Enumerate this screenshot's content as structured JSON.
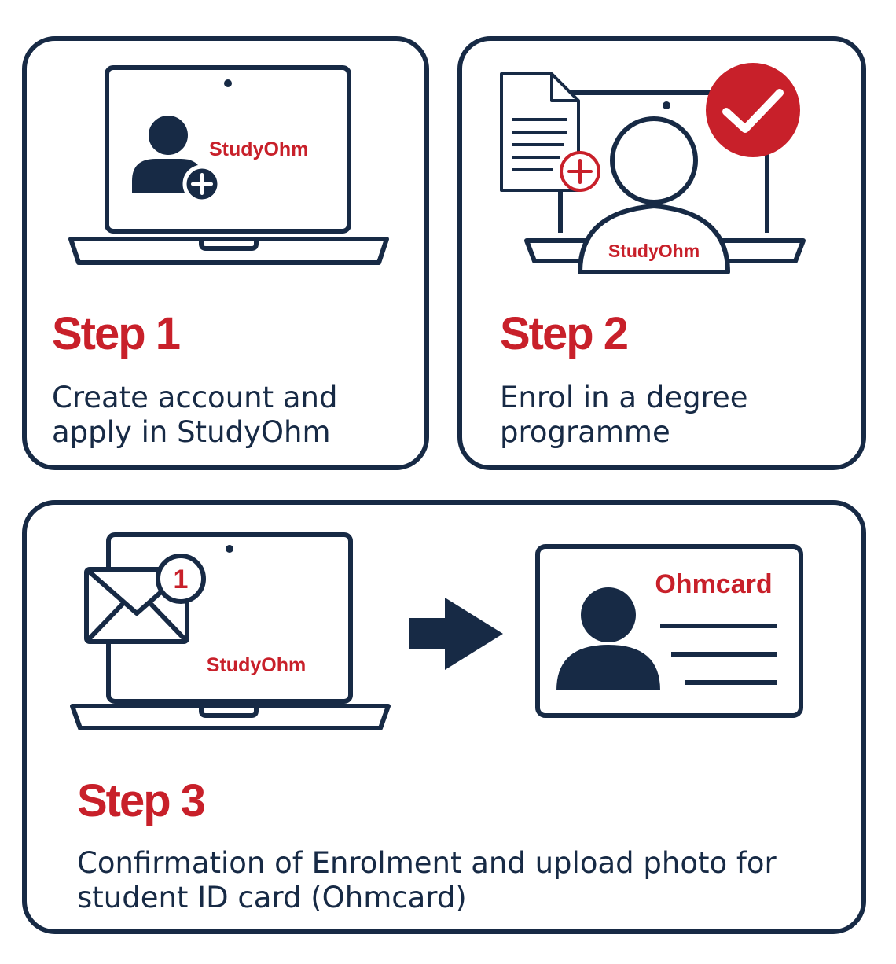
{
  "steps": [
    {
      "title": "Step 1",
      "description_lines": [
        "Create account and",
        "apply in StudyOhm"
      ],
      "screen_label": "StudyOhm"
    },
    {
      "title": "Step 2",
      "description_lines": [
        "Enrol in a degree",
        "programme"
      ],
      "screen_label": "StudyOhm"
    },
    {
      "title": "Step 3",
      "description_lines": [
        "Confirmation of Enrolment and upload photo for",
        "student ID card (Ohmcard)"
      ],
      "screen_label": "StudyOhm",
      "badge_count": "1",
      "card_label": "Ohmcard"
    }
  ],
  "colors": {
    "navy": "#172a45",
    "red": "#c8202a"
  },
  "icons": [
    "laptop-icon",
    "user-add-icon",
    "document-add-icon",
    "person-icon",
    "checkmark-badge-icon",
    "email-notification-icon",
    "arrow-right-icon",
    "id-card-icon"
  ]
}
